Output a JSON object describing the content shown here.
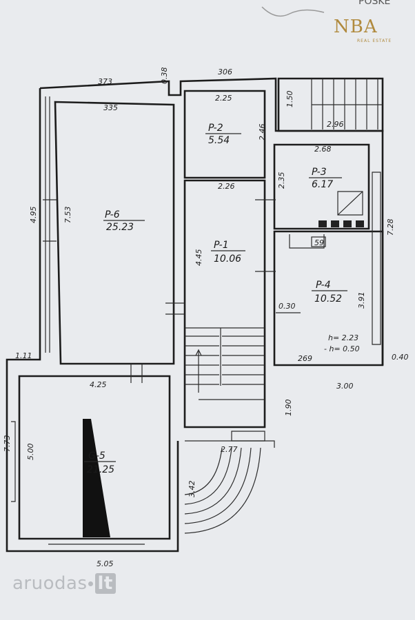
{
  "logo": {
    "mark": "NBA",
    "sub": "REAL ESTATE"
  },
  "top_corner_text": "POSKE",
  "watermark": {
    "left": "aruodas",
    "right": "lt"
  },
  "rooms": [
    {
      "id": "p6",
      "code": "P-6",
      "area": "25.23"
    },
    {
      "id": "p2",
      "code": "P-2",
      "area": "5.54"
    },
    {
      "id": "p3",
      "code": "P-3",
      "area": "6.17"
    },
    {
      "id": "p1",
      "code": "P-1",
      "area": "10.06"
    },
    {
      "id": "p4",
      "code": "P-4",
      "area": "10.52"
    },
    {
      "id": "g5",
      "code": "G-5",
      "area": "21.25"
    }
  ],
  "dimensions": {
    "top_left": "373",
    "gap": "0.38",
    "top_mid": "306",
    "p6_width": "335",
    "p6_height_outer": "4.95",
    "p6_height_inner": "7.53",
    "p2_width": "2.25",
    "p2_height": "2.46",
    "stair_height": "1.50",
    "stair_width": "2.96",
    "p3_width": "2.68",
    "p3_height": "2.35",
    "p1_width": "2.26",
    "p1_height": "4.45",
    "right_wall": "7.28",
    "p4_depth": "0.30",
    "p4_height": "3.91",
    "h1": "h= 2.23",
    "h2": "- h= 0.50",
    "p4_width": "269",
    "right_offset": "0.40",
    "left_offset": "1.11",
    "g5_width_inner": "4.25",
    "bottom_right": "3.00",
    "porch_height": "1.90",
    "g5_height": "5.00",
    "left_edge": "7.73",
    "porch_width": "2.77",
    "arc_width": "3.42",
    "g5_width_outer": "5.05",
    "meter": "59"
  }
}
